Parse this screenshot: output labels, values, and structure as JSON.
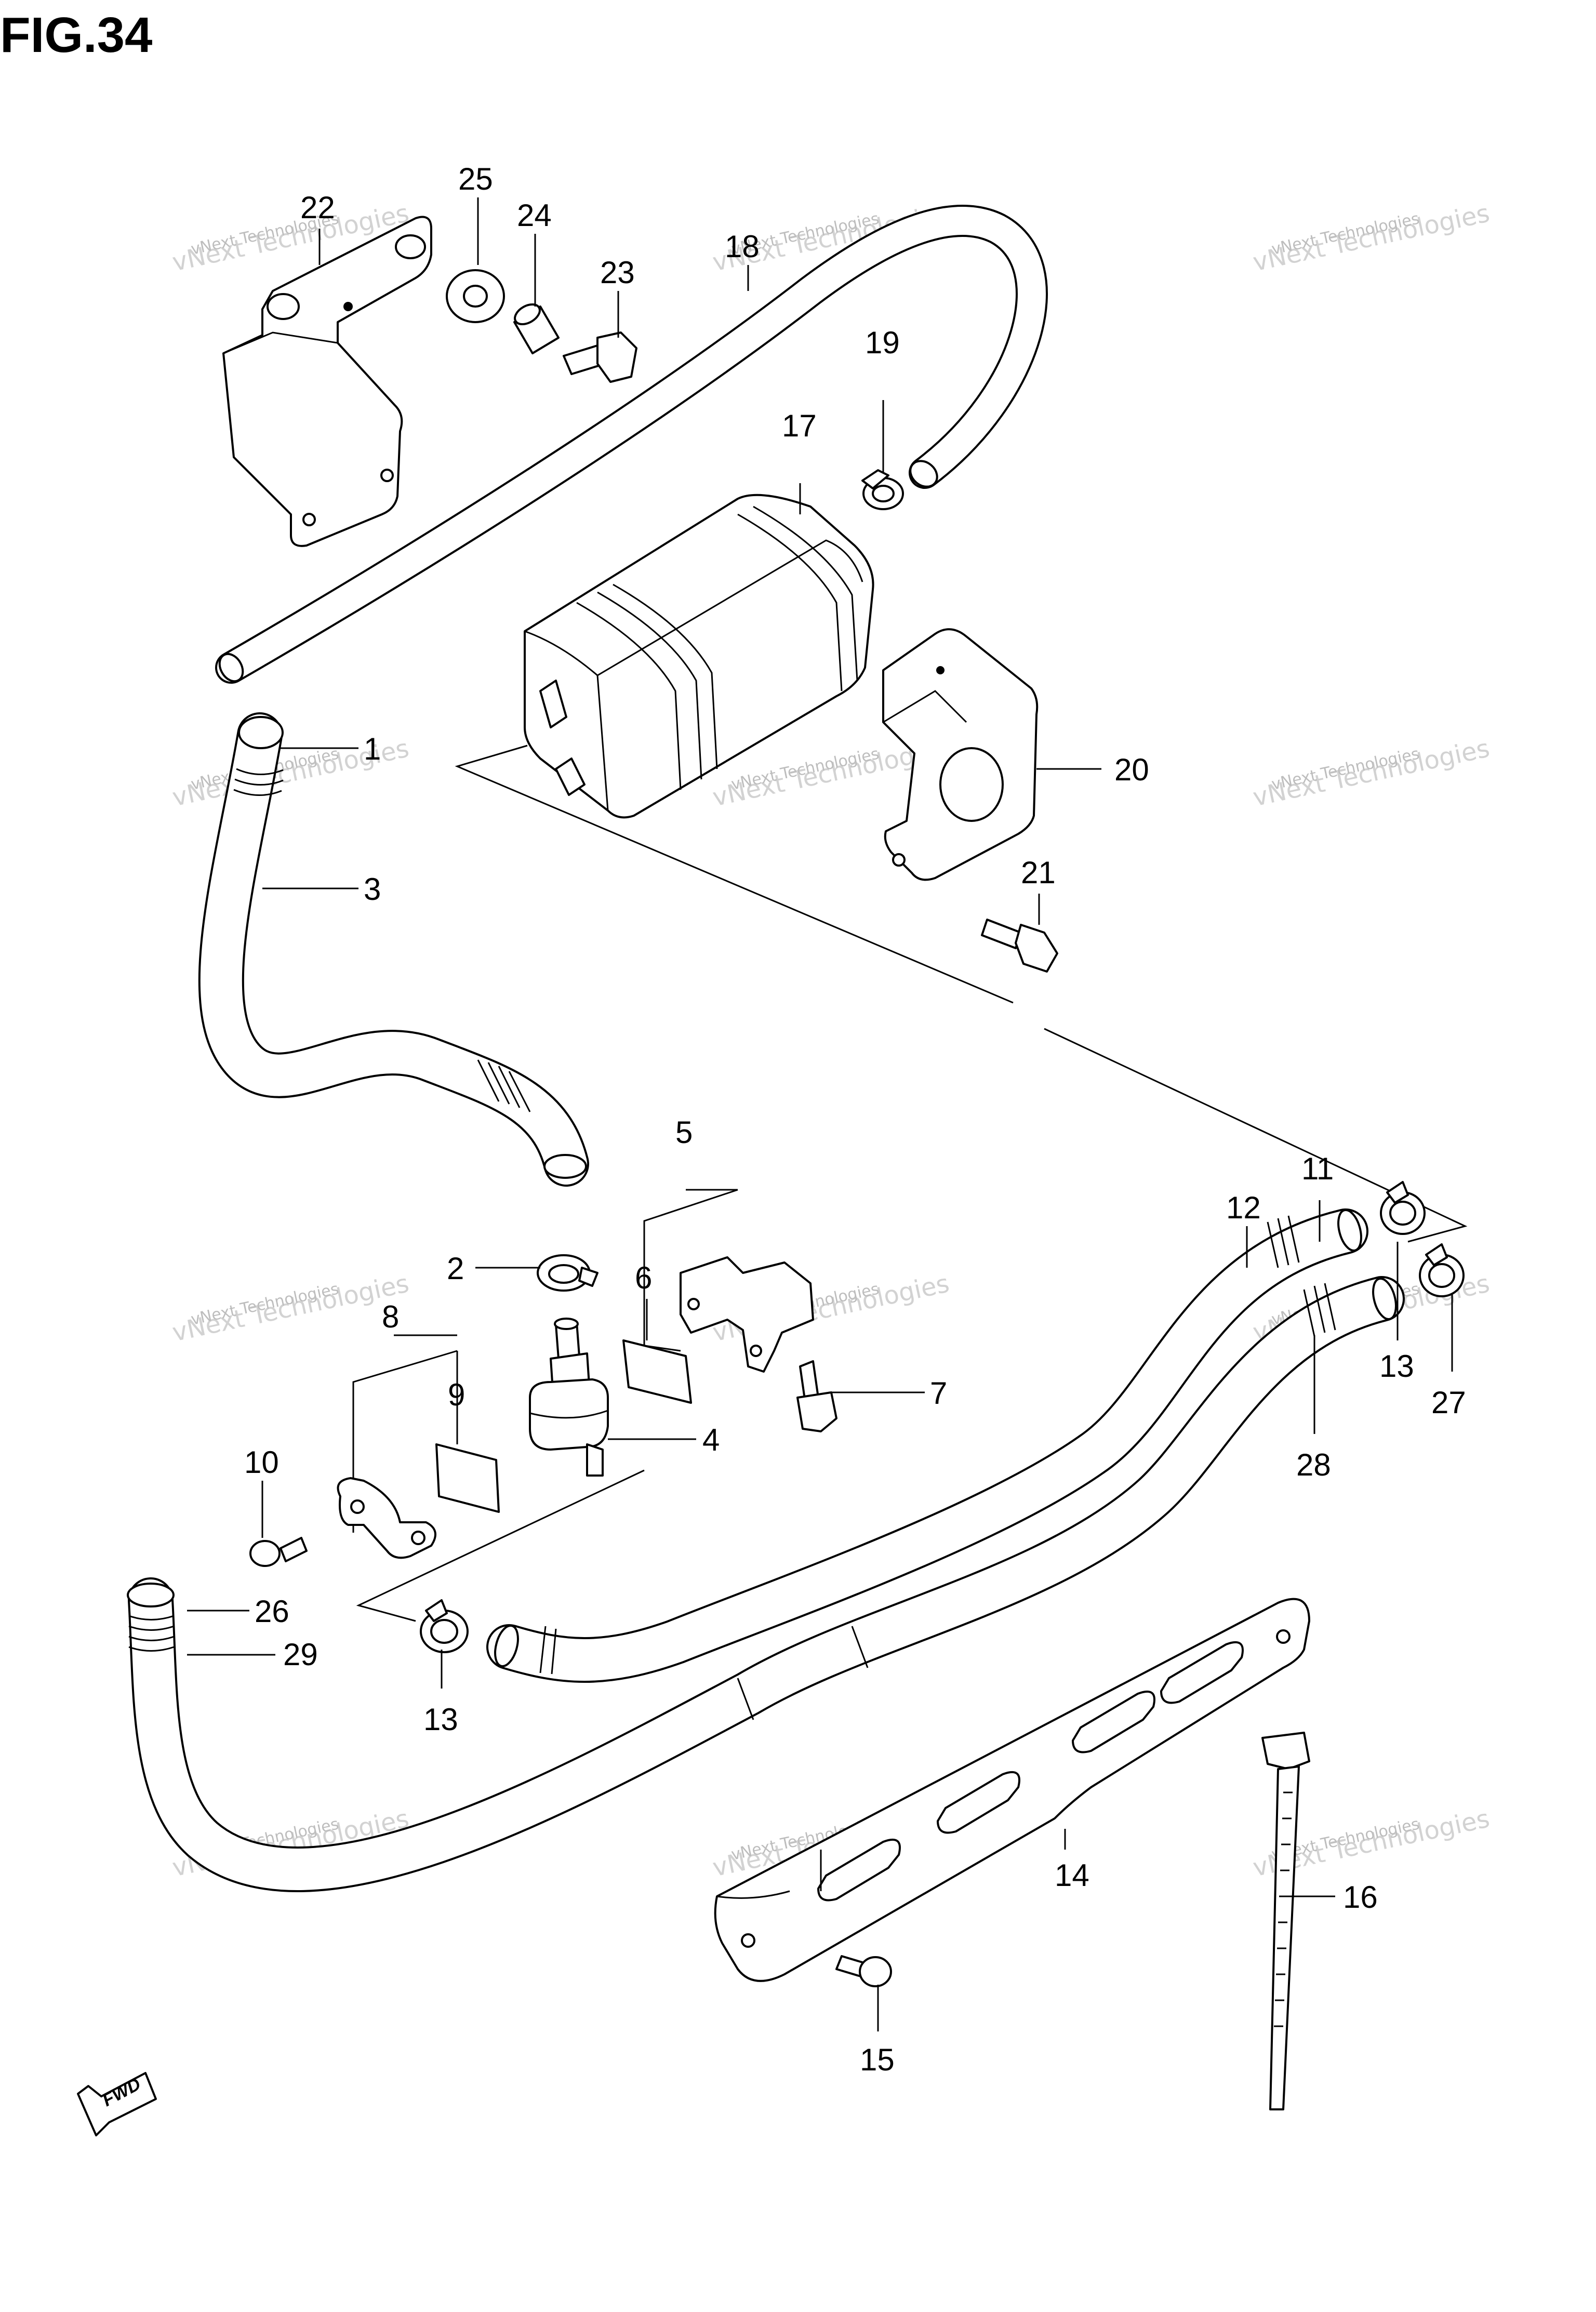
{
  "figure": {
    "title": "FIG.34"
  },
  "callouts": [
    {
      "id": "1",
      "label": "1"
    },
    {
      "id": "2",
      "label": "2"
    },
    {
      "id": "3",
      "label": "3"
    },
    {
      "id": "4",
      "label": "4"
    },
    {
      "id": "5",
      "label": "5"
    },
    {
      "id": "6",
      "label": "6"
    },
    {
      "id": "7",
      "label": "7"
    },
    {
      "id": "8",
      "label": "8"
    },
    {
      "id": "9",
      "label": "9"
    },
    {
      "id": "10",
      "label": "10"
    },
    {
      "id": "11",
      "label": "11"
    },
    {
      "id": "12",
      "label": "12"
    },
    {
      "id": "13a",
      "label": "13"
    },
    {
      "id": "13b",
      "label": "13"
    },
    {
      "id": "14",
      "label": "14"
    },
    {
      "id": "15",
      "label": "15"
    },
    {
      "id": "16",
      "label": "16"
    },
    {
      "id": "17",
      "label": "17"
    },
    {
      "id": "18",
      "label": "18"
    },
    {
      "id": "19",
      "label": "19"
    },
    {
      "id": "20",
      "label": "20"
    },
    {
      "id": "21",
      "label": "21"
    },
    {
      "id": "22",
      "label": "22"
    },
    {
      "id": "23",
      "label": "23"
    },
    {
      "id": "24",
      "label": "24"
    },
    {
      "id": "25",
      "label": "25"
    },
    {
      "id": "26",
      "label": "26"
    },
    {
      "id": "27",
      "label": "27"
    },
    {
      "id": "28",
      "label": "28"
    },
    {
      "id": "29",
      "label": "29"
    }
  ],
  "watermark": {
    "line1": "vNext Technologies",
    "line2": "vNext Technologies"
  },
  "fwd_badge": {
    "label": "FWD"
  }
}
